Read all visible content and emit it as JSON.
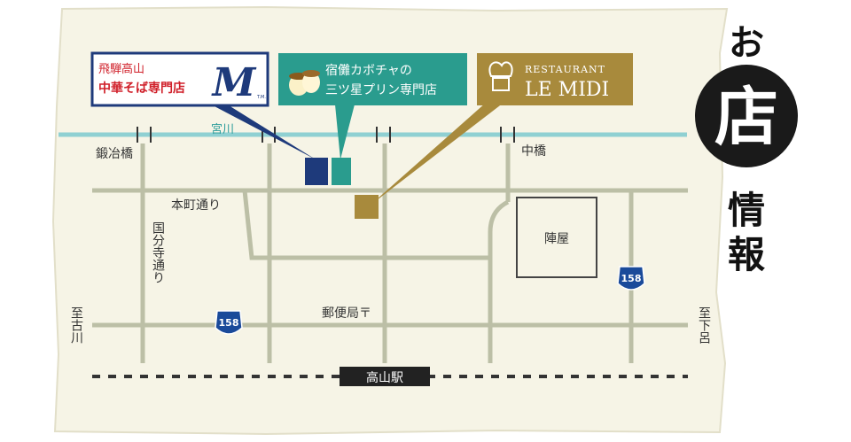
{
  "shops": {
    "ramen": {
      "line1": "飛騨高山",
      "line2": "中華そば専門店",
      "logo_letter": "M",
      "logo_mark": "T.M.",
      "color": "#1e3a7b"
    },
    "pudding": {
      "line1": "宿儺カボチャの",
      "line2": "三ツ星プリン専門店",
      "color": "#2a9c8e"
    },
    "restaurant": {
      "line1": "RESTAURANT",
      "line2": "LE MIDI",
      "color": "#a88a3c"
    }
  },
  "streets": {
    "river": "宮川",
    "kajibashi": "鍛冶橋",
    "nakabashi": "中橋",
    "honmachi": "本町通り",
    "kokubunji": "国分寺通り",
    "jinya": "陣屋",
    "post_office": "郵便局〒",
    "to_furukawa": "至古川",
    "to_gero": "至下呂",
    "station": "高山駅",
    "route_left": "158",
    "route_right": "158"
  },
  "heading": {
    "char1": "お",
    "char2": "店",
    "char3": "情",
    "char4": "報"
  },
  "colors": {
    "river": "#8fd0d2",
    "road": "#bcbfa6",
    "route_shield": "#1a4a9a"
  }
}
